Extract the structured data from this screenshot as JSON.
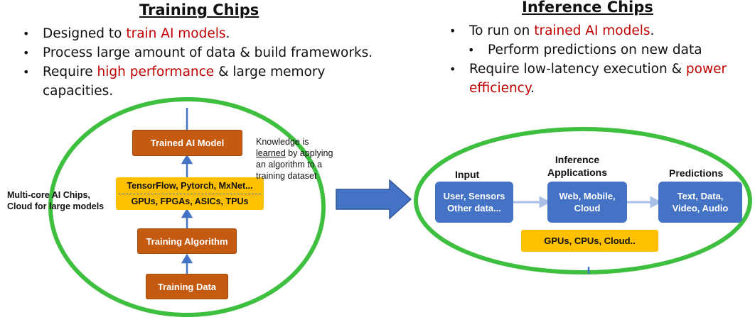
{
  "training": {
    "heading": "Training Chips",
    "bullets": [
      {
        "before": "Designed to ",
        "highlight": "train AI models",
        "after": "."
      },
      {
        "before": "Process large amount of data & build frameworks.",
        "highlight": "",
        "after": ""
      },
      {
        "before": "Require ",
        "highlight": "high performance",
        "after": " & large memory capacities."
      }
    ],
    "diagram": {
      "trained_model": "Trained AI Model",
      "frameworks": "TensorFlow, Pytorch, MxNet...",
      "hardware": "GPUs, FPGAs, ASICs, TPUs",
      "algorithm": "Training Algorithm",
      "data": "Training Data",
      "side_label_1": "Multi-core AI Chips,",
      "side_label_2": "Cloud for large models",
      "note_1": "Knowledge is",
      "note_2_underlined": "learned",
      "note_2_rest": " by applying",
      "note_3": "an algorithm to a",
      "note_4": "training dataset"
    }
  },
  "inference": {
    "heading": "Inference Chips",
    "bullets": [
      {
        "before": "To run on ",
        "highlight": "trained AI models",
        "after": ".",
        "sub": false
      },
      {
        "before": "Perform predictions on new data",
        "highlight": "",
        "after": "",
        "sub": true
      },
      {
        "before": "Require low-latency execution & ",
        "highlight": "power efficiency",
        "after": ".",
        "sub": false
      }
    ],
    "diagram": {
      "input_head": "Input",
      "apps_head_1": "Inference",
      "apps_head_2": "Applications",
      "pred_head": "Predictions",
      "input_box_1": "User, Sensors",
      "input_box_2": "Other data...",
      "apps_box_1": "Web, Mobile,",
      "apps_box_2": "Cloud",
      "pred_box_1": "Text, Data,",
      "pred_box_2": "Video, Audio",
      "hardware": "GPUs, CPUs, Cloud.."
    }
  },
  "colors": {
    "highlight_red": "#c00000",
    "ellipse_green": "#3fbf3f",
    "box_brown": "#c55a11",
    "box_blue": "#4472c4",
    "box_yellow": "#ffc000",
    "arrow_blue": "#4472c4"
  }
}
